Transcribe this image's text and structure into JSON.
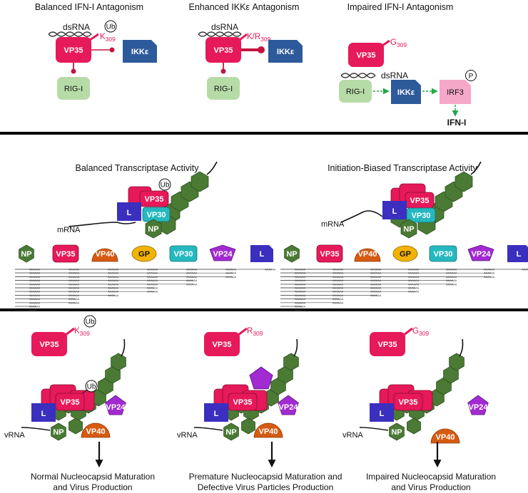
{
  "colors": {
    "vp35": "#e6195a",
    "ikk": "#2d5a9a",
    "rig": "#b7dba7",
    "irf3": "#f5a8c8",
    "np": "#4a7a34",
    "vp30": "#26b8bf",
    "vp40": "#d65b12",
    "gp": "#f2b300",
    "vp24": "#a12ad0",
    "l": "#3a2fbf",
    "arrow_green": "#22a84a",
    "magenta_text": "#e6195a"
  },
  "top": {
    "panel1": {
      "title": "Balanced IFN-I Antagonism",
      "dsrna": "dsRNA",
      "residue": "K",
      "residue_num": "309",
      "ub": "Ub",
      "vp35": "VP35",
      "rig": "RIG-I",
      "ikk": "IKKε"
    },
    "panel2": {
      "title": "Enhanced IKKε Antagonism",
      "dsrna": "dsRNA",
      "residue": "K/R",
      "residue_num": "309",
      "vp35": "VP35",
      "rig": "RIG-I",
      "ikk": "IKKε"
    },
    "panel3": {
      "title": "Impaired IFN-I Antagonism",
      "residue": "G",
      "residue_num": "309",
      "vp35": "VP35",
      "dsrna": "dsRNA",
      "rig": "RIG-I",
      "ikk": "IKKε",
      "irf3": "IRF3",
      "phospho": "P",
      "output": "IFN-I"
    }
  },
  "middle": {
    "left": {
      "title": "Balanced Transcriptase Activity",
      "mrna": "mRNA",
      "vp35": "VP35",
      "vp30": "VP30",
      "l": "L",
      "np": "NP",
      "ub": "Ub"
    },
    "right": {
      "title": "Initiation-Biased Transcriptase Activity",
      "mrna": "mRNA",
      "vp35": "VP35",
      "vp30": "VP30",
      "l": "L",
      "np": "NP"
    },
    "genes": [
      "NP",
      "VP35",
      "VP40",
      "GP",
      "VP30",
      "VP24",
      "L"
    ],
    "polyA": "AAAAAA"
  },
  "bottom": {
    "panel1": {
      "residue": "K",
      "residue_num": "309",
      "ub": "Ub",
      "vp35": "VP35",
      "vrna": "vRNA",
      "l": "L",
      "np": "NP",
      "vp24": "VP24",
      "vp40": "VP40",
      "caption1": "Normal Nucleocapsid Maturation",
      "caption2": "and Virus Production"
    },
    "panel2": {
      "residue": "R",
      "residue_num": "309",
      "vp35": "VP35",
      "vrna": "vRNA",
      "l": "L",
      "np": "NP",
      "vp24": "VP24",
      "vp40": "VP40",
      "caption1": "Premature Nucleocapsid Maturation and",
      "caption2": "Defective Virus Particles Production"
    },
    "panel3": {
      "residue": "G",
      "residue_num": "309",
      "vp35": "VP35",
      "vrna": "vRNA",
      "l": "L",
      "np": "NP",
      "vp24": "VP24",
      "vp40": "VP40",
      "caption1": "Impaired Nucleocapsid Maturation",
      "caption2": "and Virus Production"
    }
  }
}
